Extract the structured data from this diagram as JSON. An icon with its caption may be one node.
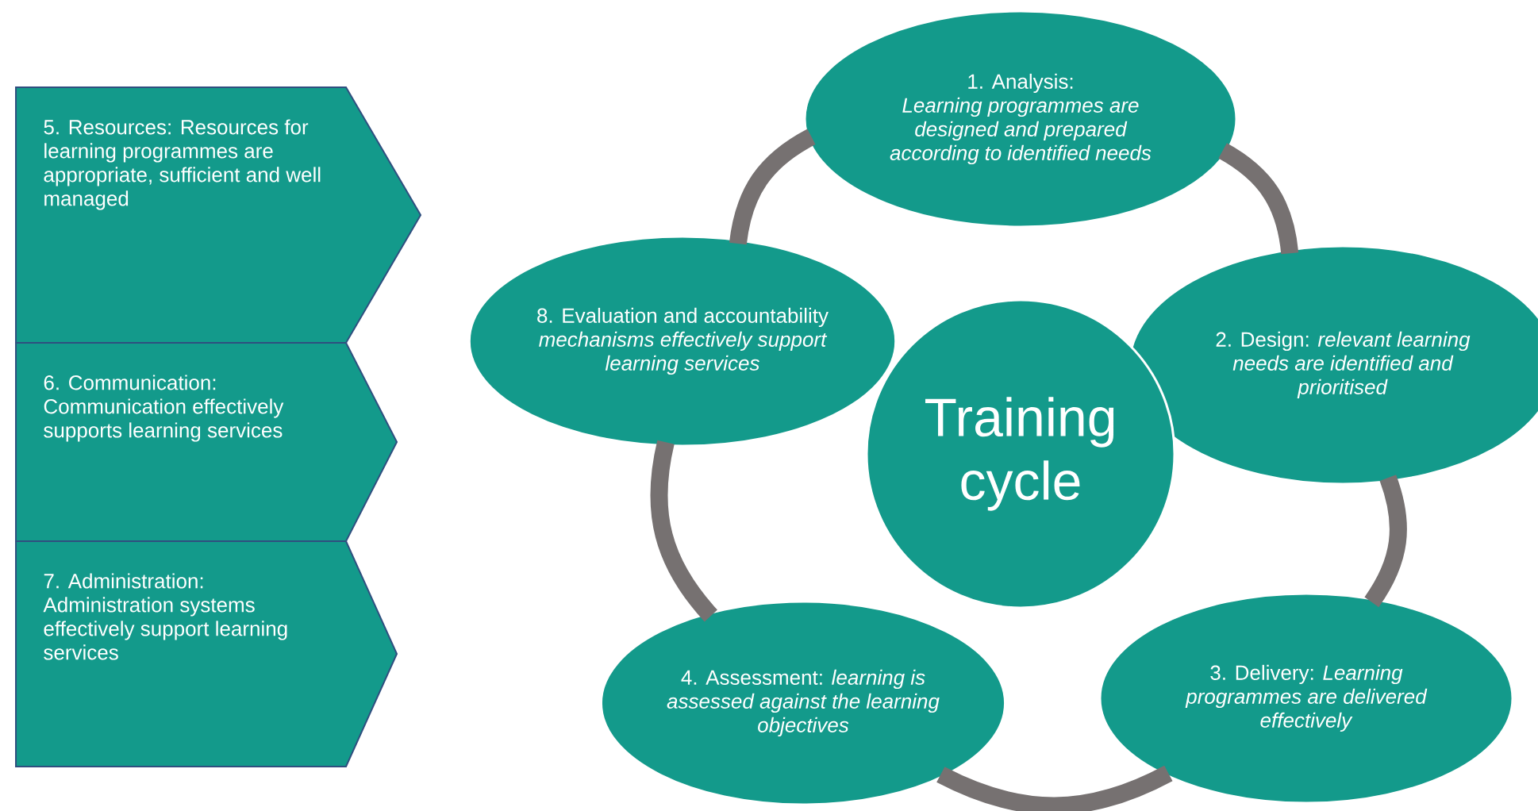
{
  "diagram": {
    "nodes": [
      {
        "text": [
          "1. Analysis:",
          "Learning programmes are designed and prepared according to identified needs"
        ]
      },
      {
        "text": [
          "2. Design: *relevant learning needs are identified and prioritised*"
        ]
      },
      {
        "text": [
          "3. Delivery: *Learning programmes are delivered effectively*"
        ]
      },
      {
        "text": [
          "4. Assessment: *learning is assessed against the learning objectives*"
        ]
      },
      {
        "text": [
          "8. Evaluation and accountability",
          "mechanisms effectively support learning services"
        ]
      },
      {
        "text": [
          "Training cycle"
        ]
      },
      {
        "text": [
          "5. Resources: Resources for learning programmes are appropriate, sufficient and well managed"
        ]
      },
      {
        "text": [
          "6. Communication: Communication effectively supports learning services"
        ]
      },
      {
        "text": [
          "7. Administration: Administration systems effectively support learning services"
        ]
      }
    ],
    "edges": [
      {
        "from": 0,
        "to": 1,
        "arrow": "none"
      },
      {
        "from": 1,
        "to": 2,
        "arrow": "none"
      },
      {
        "from": 2,
        "to": 3,
        "arrow": "none"
      },
      {
        "from": 3,
        "to": 4,
        "arrow": "none"
      },
      {
        "from": 4,
        "to": 0,
        "arrow": "none"
      }
    ]
  }
}
